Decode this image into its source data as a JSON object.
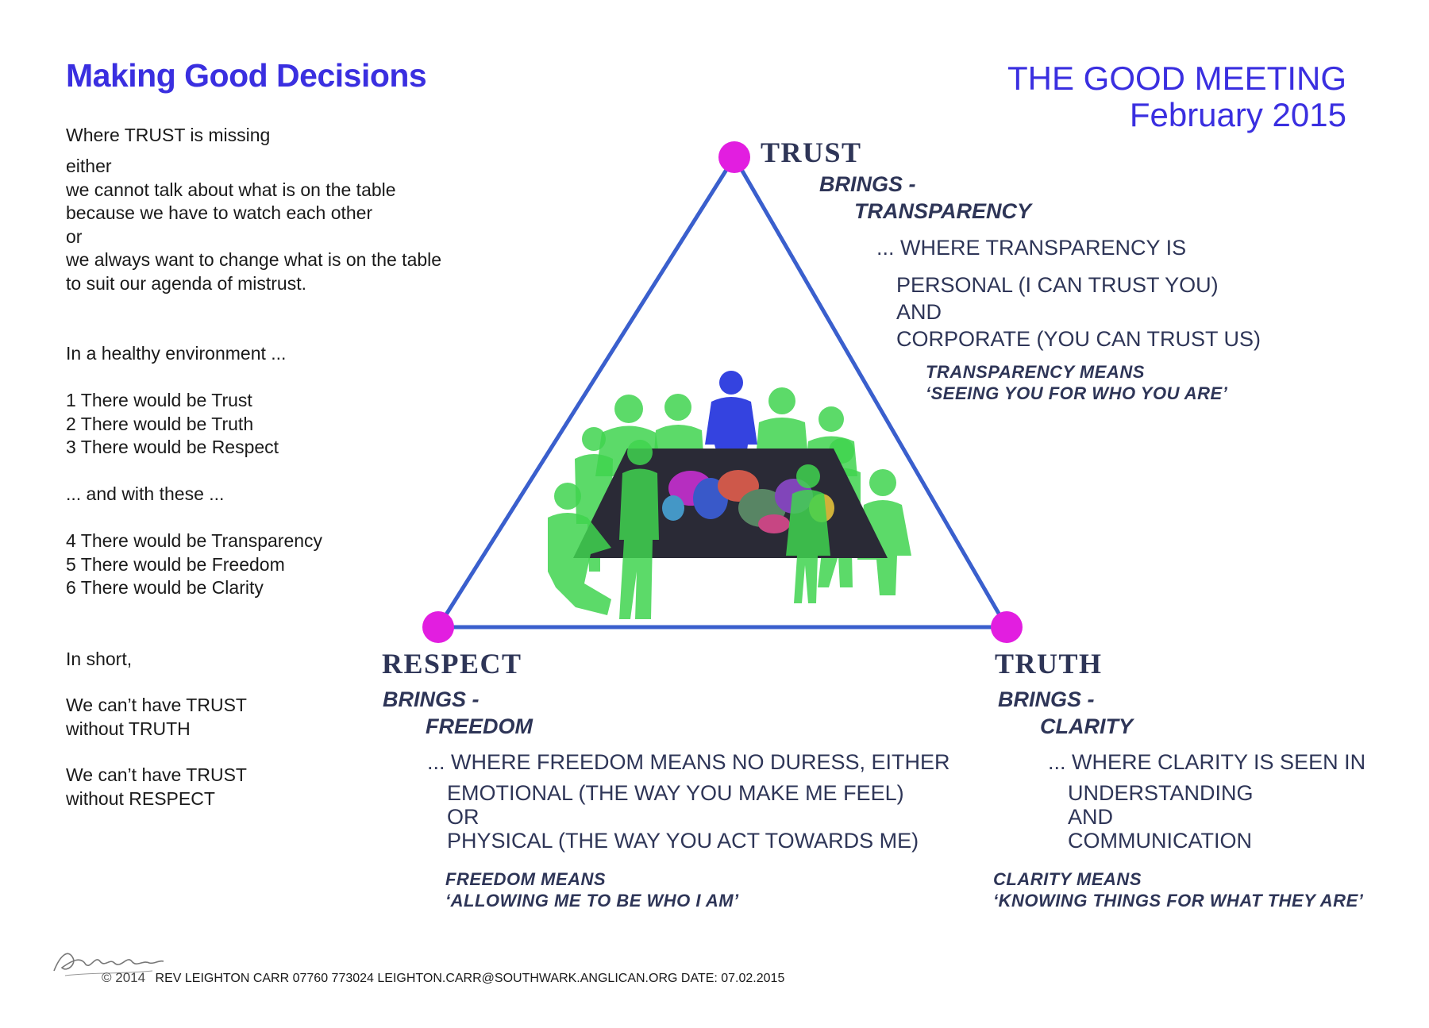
{
  "header": {
    "title": "Making Good Decisions",
    "meeting_title": "THE GOOD MEETING",
    "meeting_date": "February 2015"
  },
  "left_panel": {
    "trust_missing": "Where TRUST is missing",
    "either_lines": [
      "either",
      "we cannot talk about what is on the table",
      "because we have to watch each other",
      "or",
      "we always want to change what is on the table",
      "to suit our agenda of mistrust."
    ],
    "healthy_intro": "In a healthy environment ...",
    "healthy_items": [
      "1 There would be Trust",
      "2 There would be Truth",
      "3 There would be Respect"
    ],
    "with_these": "... and with these ...",
    "result_items": [
      "4 There would be Transparency",
      "5 There would be Freedom",
      "6 There would be Clarity"
    ],
    "in_short": "In short,",
    "truth_lines": [
      "We can’t have TRUST",
      "without TRUTH"
    ],
    "respect_lines": [
      "We can’t have TRUST",
      "without RESPECT"
    ]
  },
  "trust": {
    "label": "TRUST",
    "brings": "BRINGS -",
    "result": "TRANSPARENCY",
    "where_intro": "... WHERE TRANSPARENCY IS",
    "where_lines": [
      "PERSONAL (I CAN TRUST YOU)",
      "AND",
      "CORPORATE (YOU CAN TRUST US)"
    ],
    "means_lines": [
      "TRANSPARENCY MEANS",
      "‘SEEING YOU FOR WHO YOU ARE’"
    ]
  },
  "respect": {
    "label": "RESPECT",
    "brings": "BRINGS -",
    "result": "FREEDOM",
    "where_intro": "... WHERE FREEDOM MEANS NO DURESS, EITHER",
    "where_lines": [
      "EMOTIONAL (THE WAY YOU MAKE ME FEEL)",
      "OR",
      "PHYSICAL (THE WAY YOU ACT TOWARDS ME)"
    ],
    "means_lines": [
      "FREEDOM MEANS",
      "‘ALLOWING ME TO BE WHO I AM’"
    ]
  },
  "truth": {
    "label": "TRUTH",
    "brings": "BRINGS -",
    "result": "CLARITY",
    "where_intro": "... WHERE CLARITY IS SEEN IN",
    "where_lines": [
      "UNDERSTANDING",
      "AND",
      "COMMUNICATION"
    ],
    "means_lines": [
      "CLARITY MEANS",
      "‘KNOWING THINGS FOR WHAT THEY ARE’"
    ]
  },
  "footer": {
    "copyright": "© 2014",
    "text": "REV LEIGHTON CARR  07760 773024  LEIGHTON.CARR@SOUTHWARK.ANGLICAN.ORG  DATE: 07.02.2015"
  },
  "colors": {
    "triangle": "#3a5fcd",
    "node": "#e21ee0",
    "figures": "#3fd44f",
    "leader": "#3443e0",
    "table": "#2a2a36",
    "title": "#3a2fe0",
    "navy_text": "#2e3557"
  }
}
